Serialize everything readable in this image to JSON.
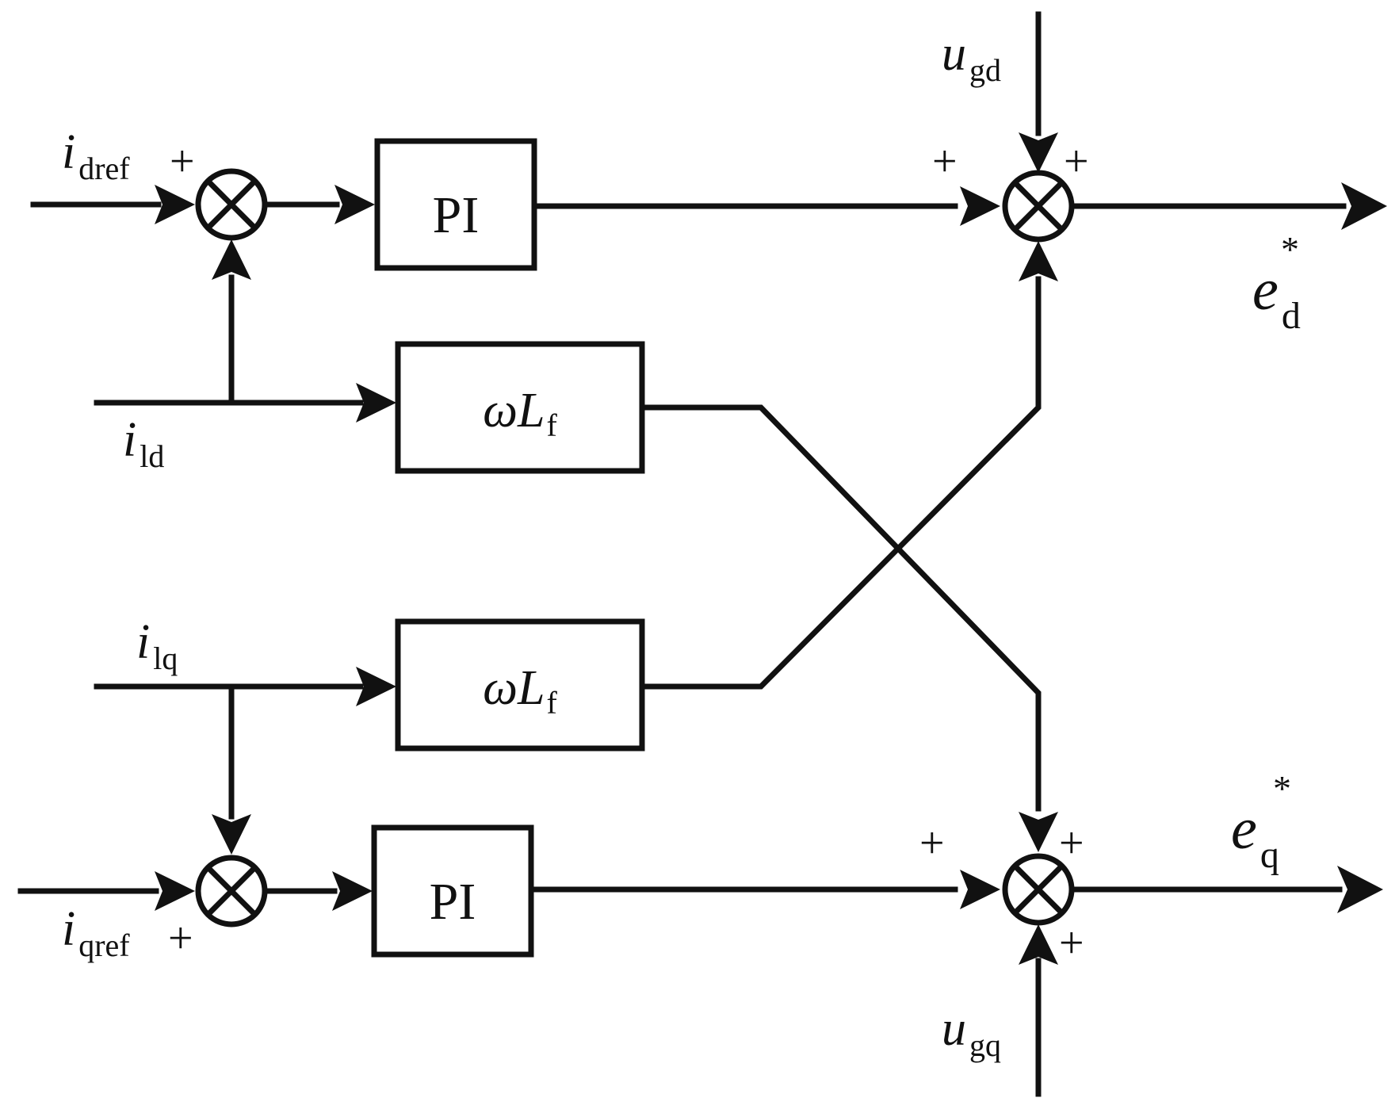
{
  "blocks": {
    "pi_d": "PI",
    "pi_q": "PI",
    "wl_d": {
      "sym": "ωL",
      "sub": "f"
    },
    "wl_q": {
      "sym": "ωL",
      "sub": "f"
    }
  },
  "signals": {
    "idref": {
      "sym": "i",
      "sub": "dref"
    },
    "ild": {
      "sym": "i",
      "sub": "ld"
    },
    "ilq": {
      "sym": "i",
      "sub": "lq"
    },
    "iqref": {
      "sym": "i",
      "sub": "qref"
    },
    "ugd": {
      "sym": "u",
      "sub": "gd"
    },
    "ugq": {
      "sym": "u",
      "sub": "gq"
    },
    "ed": {
      "sym": "e",
      "sub": "d",
      "sup": "*"
    },
    "eq": {
      "sym": "e",
      "sub": "q",
      "sup": "*"
    }
  },
  "signs": {
    "sum1_left": "+",
    "sum2_left": "+",
    "sum2_top": "+",
    "sum3_left": "+",
    "sum3_top": "+",
    "sum3_bottom": "+",
    "sum4_left": "+"
  },
  "colors": {
    "line": "#111111",
    "background": "#ffffff"
  }
}
